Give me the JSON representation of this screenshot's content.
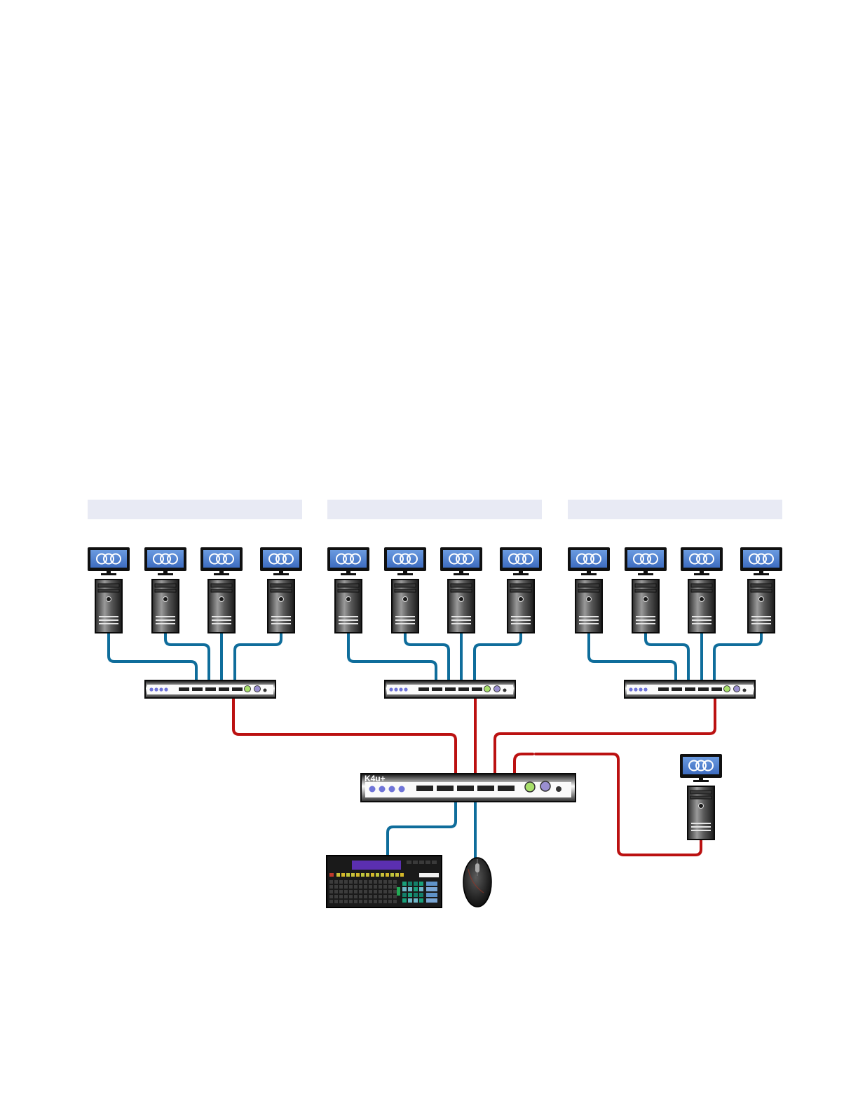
{
  "diagram": {
    "colors": {
      "background": "#ffffff",
      "group_band": "#e8eaf4",
      "cable_blue": "#0f6d9b",
      "cable_red": "#bb1111",
      "device_dark": "#111111",
      "screen_blue": "#4a7fce",
      "port_blue": "#6f74d8",
      "port_green": "#a8e06a",
      "port_lavender": "#9a8fd0"
    },
    "groups": [
      {
        "label": "",
        "computers": 4,
        "icon": "monitor-and-tower-icon"
      },
      {
        "label": "",
        "computers": 4,
        "icon": "monitor-and-tower-icon"
      },
      {
        "label": "",
        "computers": 4,
        "icon": "monitor-and-tower-icon"
      }
    ],
    "downstream_switches": 3,
    "main_switch": {
      "label": "K4u+"
    },
    "extra_computer": {
      "icon": "monitor-and-tower-icon"
    },
    "peripherals": [
      {
        "name": "keyboard",
        "icon": "keyboard-icon"
      },
      {
        "name": "mouse",
        "icon": "mouse-icon"
      }
    ]
  }
}
